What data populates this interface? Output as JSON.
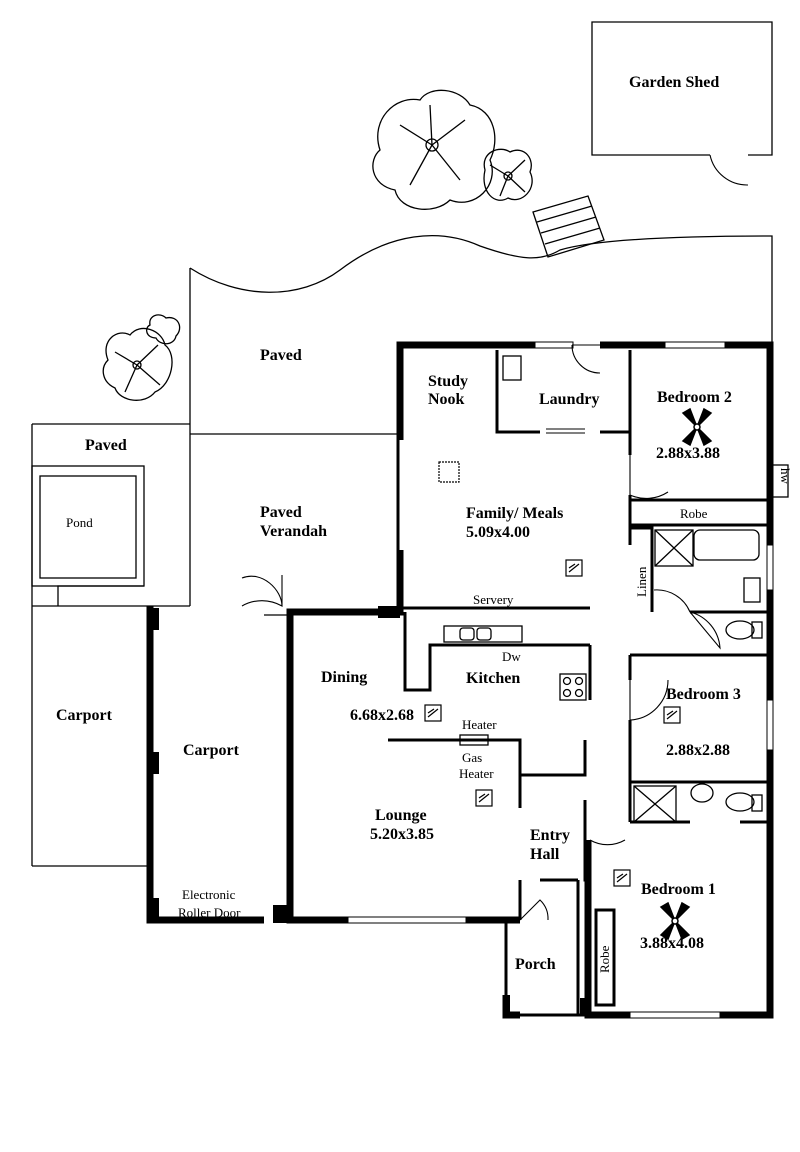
{
  "rooms": {
    "garden_shed": "Garden Shed",
    "paved_top": "Paved",
    "paved_left": "Paved",
    "pond": "Pond",
    "paved_verandah_1": "Paved",
    "paved_verandah_2": "Verandah",
    "study_1": "Study",
    "study_2": "Nook",
    "laundry": "Laundry",
    "bedroom2": "Bedroom 2",
    "bedroom2_size": "2.88x3.88",
    "hw": "hw",
    "family": "Family/ Meals",
    "family_size": "5.09x4.00",
    "robe_top": "Robe",
    "linen": "Linen",
    "servery": "Servery",
    "dw": "Dw",
    "carport_left": "Carport",
    "carport_right": "Carport",
    "dining": "Dining",
    "kitchen": "Kitchen",
    "dining_size": "6.68x2.68",
    "heater": "Heater",
    "gas_heater_1": "Gas",
    "gas_heater_2": "Heater",
    "bedroom3": "Bedroom 3",
    "bedroom3_size": "2.88x2.88",
    "lounge": "Lounge",
    "lounge_size": "5.20x3.85",
    "entry_1": "Entry",
    "entry_2": "Hall",
    "roller_1": "Electronic",
    "roller_2": "Roller Door",
    "bedroom1": "Bedroom 1",
    "bedroom1_size": "3.88x4.08",
    "porch": "Porch",
    "robe_bottom": "Robe"
  }
}
